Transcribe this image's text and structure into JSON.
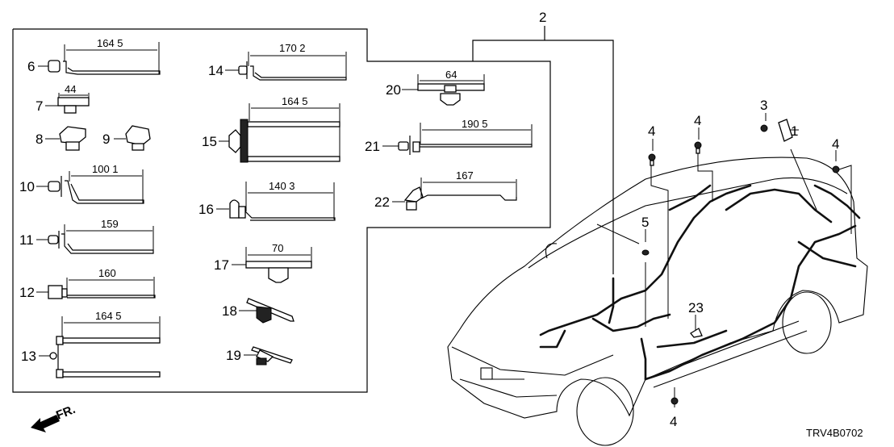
{
  "diagram": {
    "code": "TRV4B0702",
    "front_indicator": "FR.",
    "callouts": [
      {
        "id": "1",
        "label": "1"
      },
      {
        "id": "2",
        "label": "2"
      },
      {
        "id": "3",
        "label": "3"
      },
      {
        "id": "4a",
        "label": "4"
      },
      {
        "id": "4b",
        "label": "4"
      },
      {
        "id": "4c",
        "label": "4"
      },
      {
        "id": "4d",
        "label": "4"
      },
      {
        "id": "5",
        "label": "5"
      },
      {
        "id": "6",
        "label": "6"
      },
      {
        "id": "7",
        "label": "7"
      },
      {
        "id": "8",
        "label": "8"
      },
      {
        "id": "9",
        "label": "9"
      },
      {
        "id": "10",
        "label": "10"
      },
      {
        "id": "11",
        "label": "11"
      },
      {
        "id": "12",
        "label": "12"
      },
      {
        "id": "13",
        "label": "13"
      },
      {
        "id": "14",
        "label": "14"
      },
      {
        "id": "15",
        "label": "15"
      },
      {
        "id": "16",
        "label": "16"
      },
      {
        "id": "17",
        "label": "17"
      },
      {
        "id": "18",
        "label": "18"
      },
      {
        "id": "19",
        "label": "19"
      },
      {
        "id": "20",
        "label": "20"
      },
      {
        "id": "21",
        "label": "21"
      },
      {
        "id": "22",
        "label": "22"
      },
      {
        "id": "23",
        "label": "23"
      }
    ],
    "dimensions": {
      "p6": "164 5",
      "p7": "44",
      "p10": "100 1",
      "p11": "159",
      "p12": "160",
      "p13": "164 5",
      "p14": "170 2",
      "p15": "164 5",
      "p16": "140 3",
      "p17": "70",
      "p20": "64",
      "p21": "190 5",
      "p22": "167"
    }
  }
}
